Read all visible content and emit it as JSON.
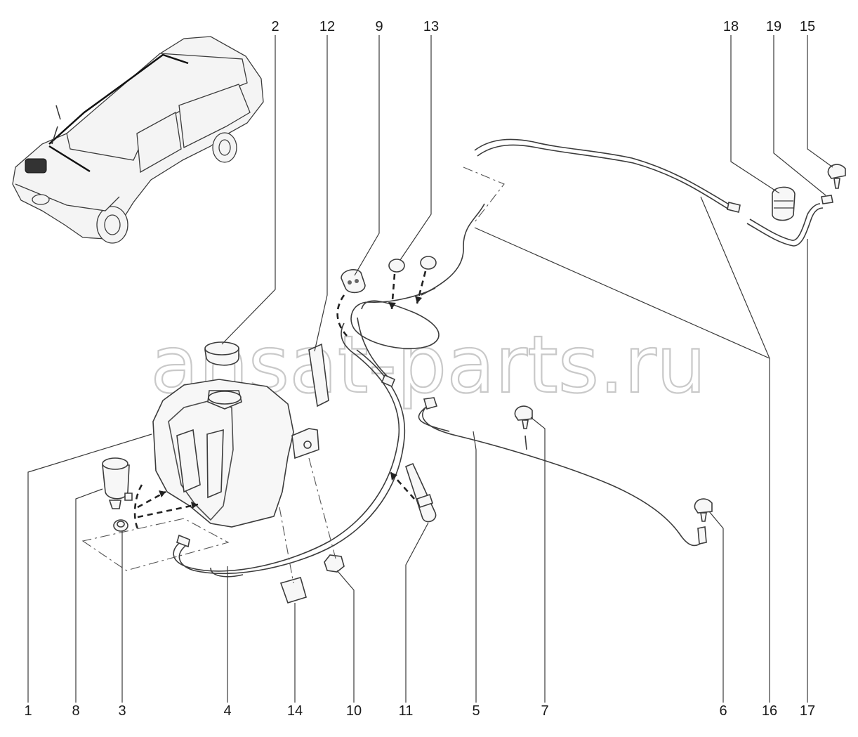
{
  "watermark": "ansat-parts.ru",
  "callouts": [
    {
      "id": "c2",
      "text": "2"
    },
    {
      "id": "c12",
      "text": "12"
    },
    {
      "id": "c9",
      "text": "9"
    },
    {
      "id": "c13",
      "text": "13"
    },
    {
      "id": "c18",
      "text": "18"
    },
    {
      "id": "c19",
      "text": "19"
    },
    {
      "id": "c15",
      "text": "15"
    },
    {
      "id": "c1",
      "text": "1"
    },
    {
      "id": "c8",
      "text": "8"
    },
    {
      "id": "c3",
      "text": "3"
    },
    {
      "id": "c4",
      "text": "4"
    },
    {
      "id": "c14",
      "text": "14"
    },
    {
      "id": "c10",
      "text": "10"
    },
    {
      "id": "c11",
      "text": "11"
    },
    {
      "id": "c5",
      "text": "5"
    },
    {
      "id": "c7",
      "text": "7"
    },
    {
      "id": "c6",
      "text": "6"
    },
    {
      "id": "c16",
      "text": "16"
    },
    {
      "id": "c17",
      "text": "17"
    }
  ]
}
